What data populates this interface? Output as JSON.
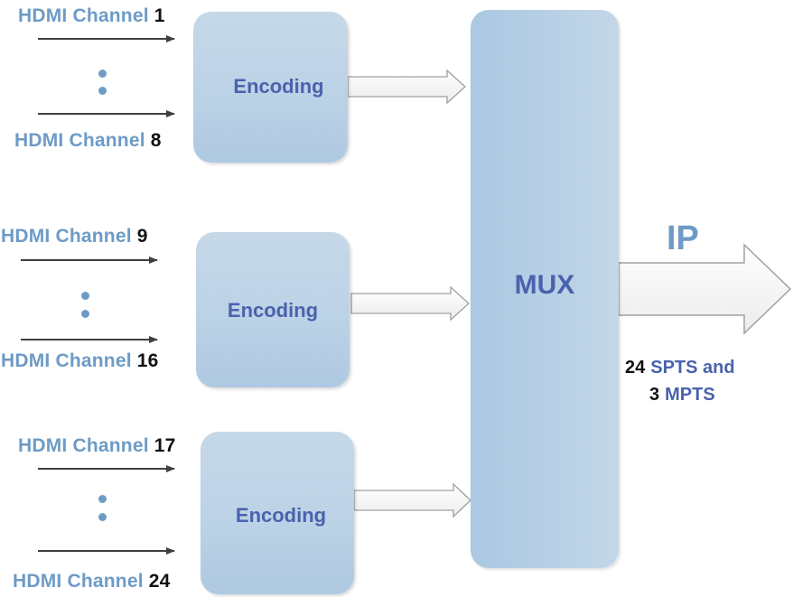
{
  "diagram": {
    "groups": [
      {
        "first_channel": {
          "prefix": "HDMI Channel",
          "number": "1"
        },
        "last_channel": {
          "prefix": "HDMI Channel",
          "number": "8"
        },
        "encoder_label": "Encoding"
      },
      {
        "first_channel": {
          "prefix": "HDMI Channel",
          "number": "9"
        },
        "last_channel": {
          "prefix": "HDMI Channel",
          "number": "16"
        },
        "encoder_label": "Encoding"
      },
      {
        "first_channel": {
          "prefix": "HDMI Channel",
          "number": "17"
        },
        "last_channel": {
          "prefix": "HDMI Channel",
          "number": "24"
        },
        "encoder_label": "Encoding"
      }
    ],
    "mux_label": "MUX",
    "output": {
      "label": "IP",
      "line1": {
        "number": "24",
        "text": "SPTS and"
      },
      "line2": {
        "number": "3",
        "text": "MPTS"
      }
    },
    "colors": {
      "channel_text": "#6d9bc6",
      "box_text": "#4a62ad",
      "number_text": "#111111",
      "input_arrow": "#3f3f3f",
      "block_arrow_stroke": "#a0a0a0",
      "block_arrow_fill": "#f4f4f4"
    }
  }
}
